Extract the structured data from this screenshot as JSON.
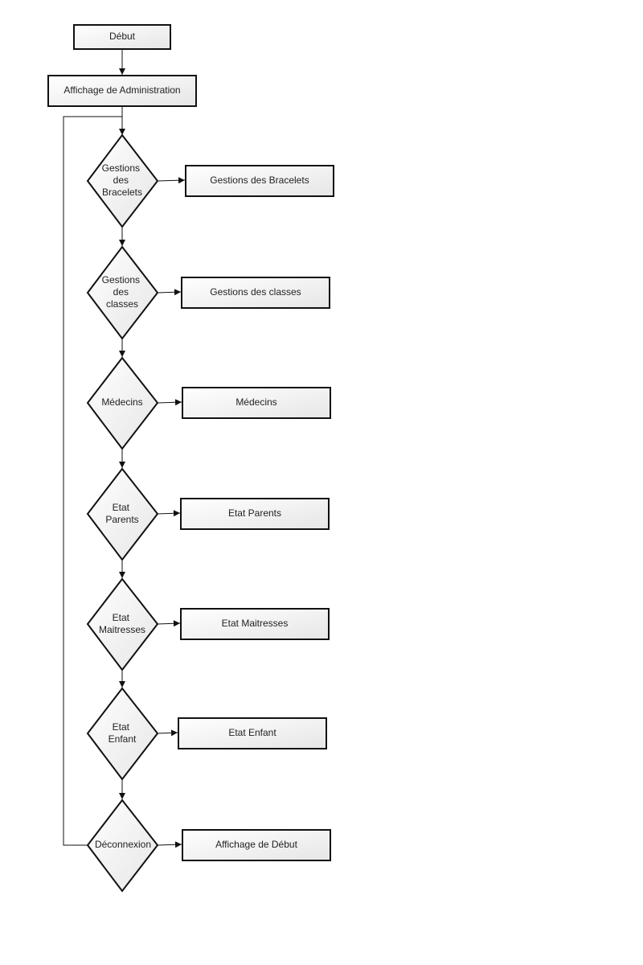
{
  "colors": {
    "stroke": "#111111",
    "fill_light": "#ffffff",
    "fill_dark": "#e6e6e6",
    "text": "#222222"
  },
  "nodes": {
    "start": "Début",
    "admin": "Affichage de Administration",
    "d_bracelets": [
      "Gestions",
      "des",
      "Bracelets"
    ],
    "d_classes": [
      "Gestions",
      "des",
      "classes"
    ],
    "d_medecins": [
      "Médecins"
    ],
    "d_parents": [
      "Etat",
      "Parents"
    ],
    "d_maitresses": [
      "Etat",
      "Maitresses"
    ],
    "d_enfant": [
      "Etat",
      "Enfant"
    ],
    "d_deconnexion": [
      "Déconnexion"
    ],
    "b_bracelets": "Gestions des Bracelets",
    "b_classes": "Gestions des classes",
    "b_medecins": "Médecins",
    "b_parents": "Etat Parents",
    "b_maitresses": "Etat Maitresses",
    "b_enfant": "Etat Enfant",
    "b_debut": "Affichage de Début"
  }
}
